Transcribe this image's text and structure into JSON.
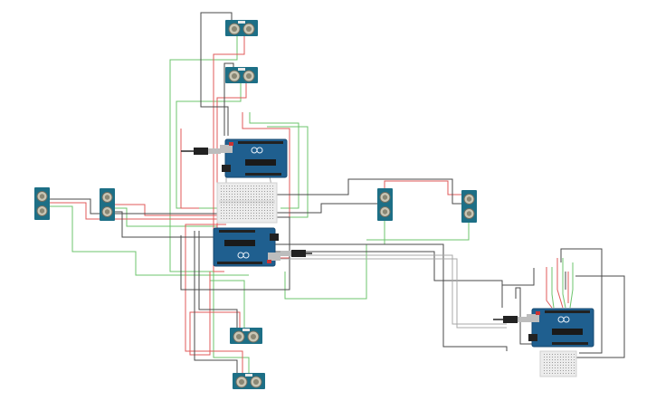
{
  "colors": {
    "background": "#ffffff",
    "board": "#1f5f8f",
    "board_edge": "#174a72",
    "sensor": "#1d6f86",
    "sensor_eye": "#c9c6b5",
    "breadboard": "#ececec",
    "wire_red": "#e05a5a",
    "wire_green": "#6cc46c",
    "wire_black": "#4a4a4a",
    "wire_gray": "#a8a8a8",
    "usb": "#222222"
  },
  "components": {
    "arduino_boards": 3,
    "ultrasonic_sensors": 8,
    "breadboards": 2
  }
}
